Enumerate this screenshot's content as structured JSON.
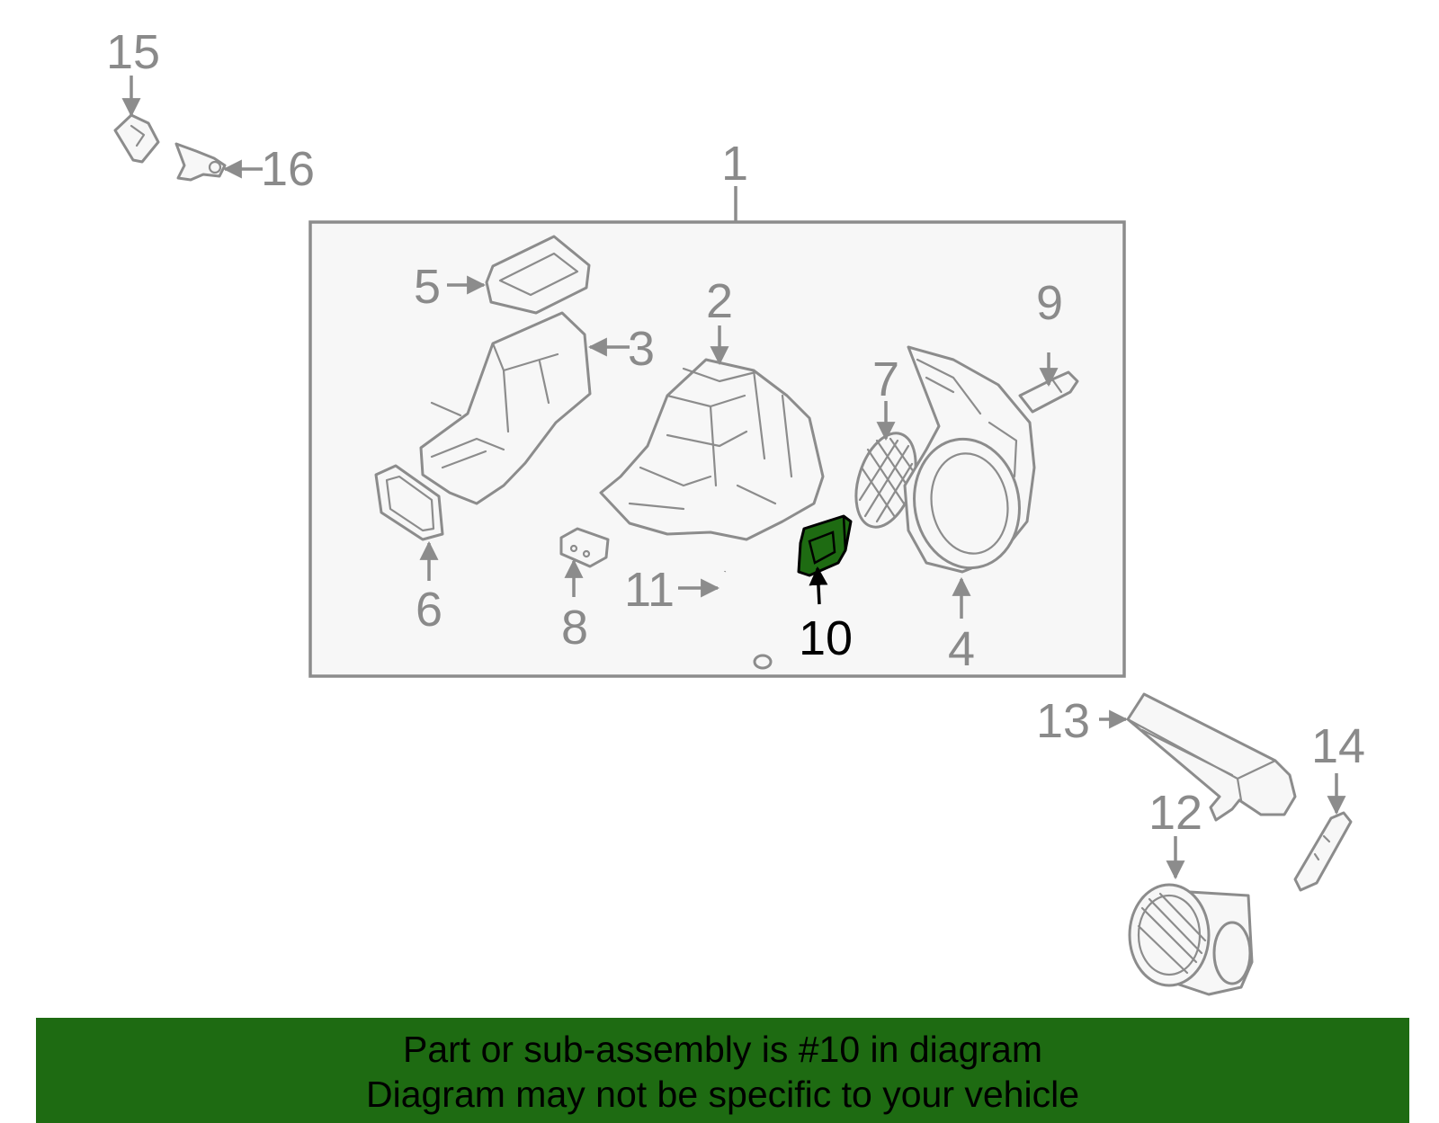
{
  "colors": {
    "highlight": "#1e6b12",
    "banner_background": "#1e6b12",
    "line_gray": "#8c8c8c",
    "box_fill": "#f7f7f7"
  },
  "callouts": {
    "c1": "1",
    "c2": "2",
    "c3": "3",
    "c4": "4",
    "c5": "5",
    "c6": "6",
    "c7": "7",
    "c8": "8",
    "c9": "9",
    "c10": "10",
    "c11": "11",
    "c12": "12",
    "c13": "13",
    "c14": "14",
    "c15": "15",
    "c16": "16"
  },
  "highlighted_part": "10",
  "banner": {
    "line1": "Part or sub-assembly is #10 in diagram",
    "line2": "Diagram may not be specific to your vehicle"
  }
}
